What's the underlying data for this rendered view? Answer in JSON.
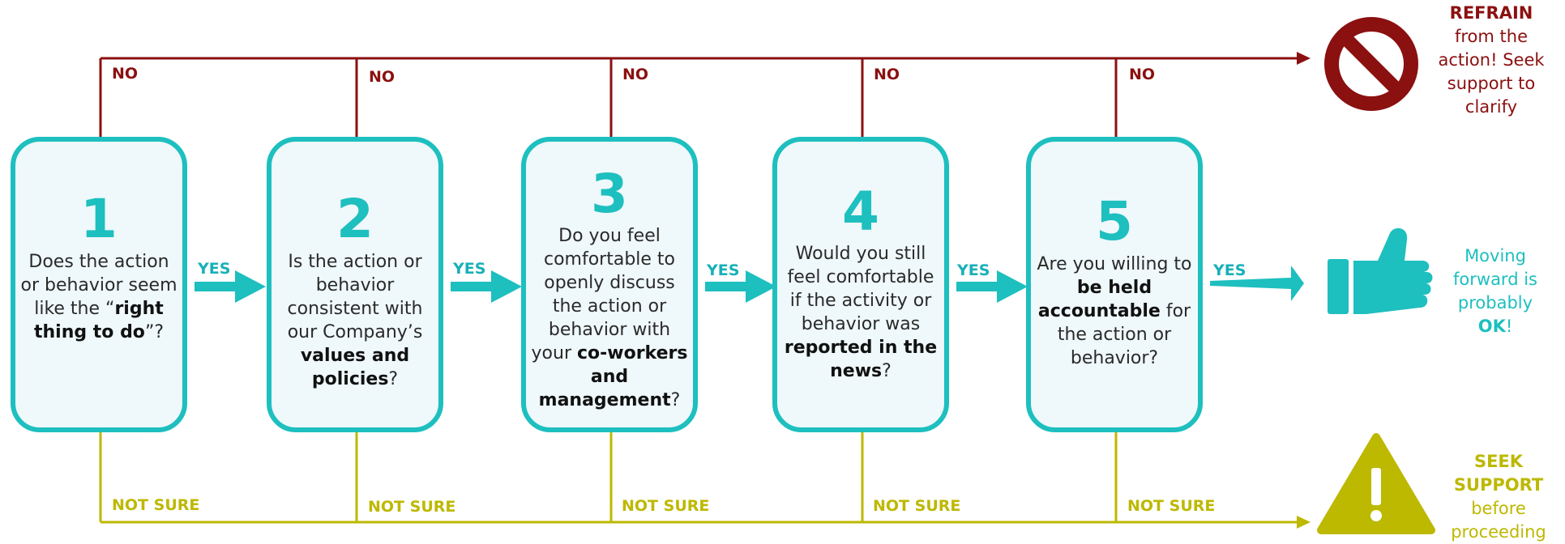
{
  "steps": [
    {
      "number": "1",
      "q_pre": "Does the action or behavior seem like the “",
      "q_bold": "right thing to do",
      "q_post": "”?"
    },
    {
      "number": "2",
      "q_pre": "Is the action or behavior consistent with our Company’s ",
      "q_bold": "values and policies",
      "q_post": "?"
    },
    {
      "number": "3",
      "q_pre": "Do you feel comfortable to openly discuss the action or behavior with your ",
      "q_bold": "co-workers and management",
      "q_post": "?"
    },
    {
      "number": "4",
      "q_pre": "Would you still feel comfortable if the activity or behavior was ",
      "q_bold": "reported in the news",
      "q_post": "?"
    },
    {
      "number": "5",
      "q_pre": "Are you willing to ",
      "q_bold": "be held accountable",
      "q_post": " for the action or behavior?"
    }
  ],
  "labels": {
    "no": "NO",
    "yes": "YES",
    "not_sure": "NOT SURE"
  },
  "outcomes": {
    "refrain": {
      "bold": "REFRAIN",
      "rest": "from the action! Seek support to clarify"
    },
    "ok": {
      "pre": "Moving forward is probably ",
      "bold": "OK",
      "post": "!"
    },
    "seek": {
      "bold": "SEEK SUPPORT",
      "rest": "before proceeding"
    }
  },
  "icons": {
    "refrain": "prohibition-icon",
    "ok": "thumbs-up-icon",
    "seek": "warning-triangle-icon"
  },
  "colors": {
    "teal": "#1ebfbf",
    "red": "#8b1010",
    "olive": "#bdb800",
    "box_fill": "#eff8fb"
  }
}
